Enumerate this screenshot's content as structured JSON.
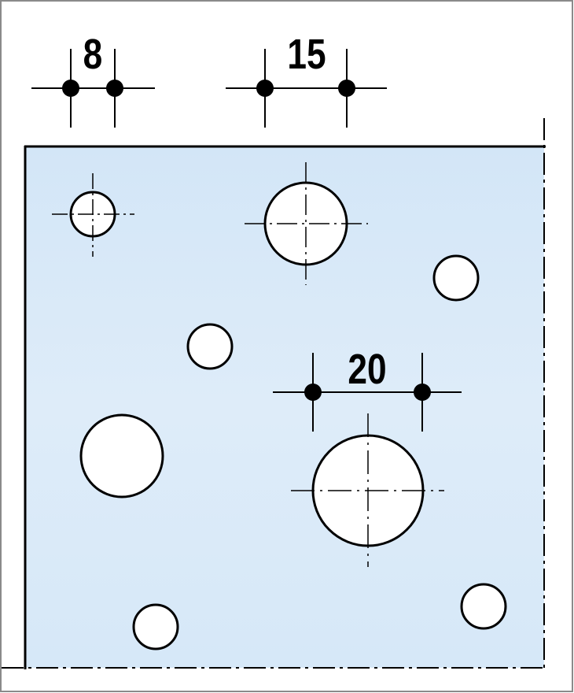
{
  "dimension_labels": {
    "small": "8",
    "medium": "15",
    "large": "20"
  },
  "colors": {
    "plate_fill": "#d6e8f8",
    "plate_fill_light": "#e6f1fb",
    "hole_fill": "#ffffff",
    "line": "#000000",
    "frame": "#8a8a8a"
  }
}
